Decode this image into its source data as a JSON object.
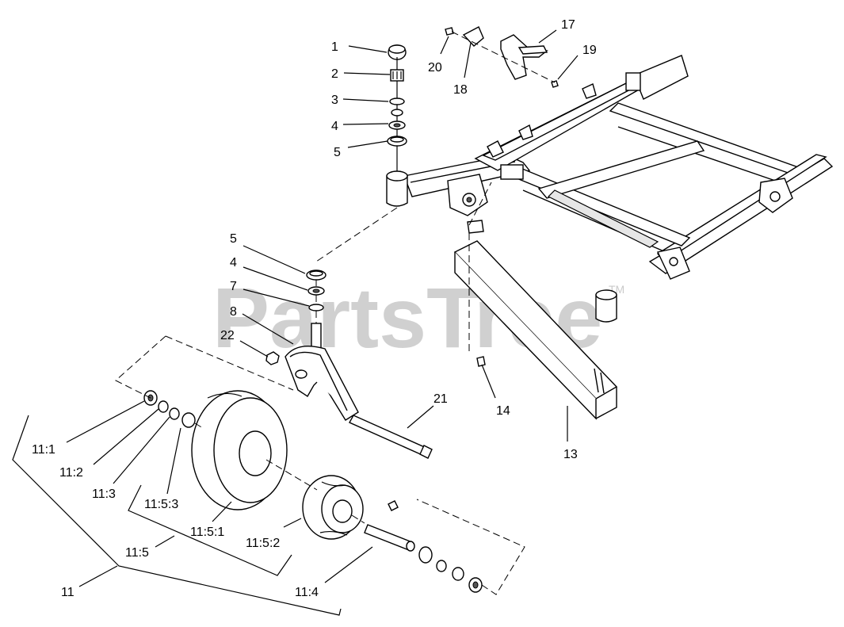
{
  "watermark": {
    "text": "PartsTree",
    "tm": "TM"
  },
  "callouts": [
    {
      "id": "c1",
      "text": "1"
    },
    {
      "id": "c2",
      "text": "2"
    },
    {
      "id": "c3",
      "text": "3"
    },
    {
      "id": "c4a",
      "text": "4"
    },
    {
      "id": "c5a",
      "text": "5"
    },
    {
      "id": "c17",
      "text": "17"
    },
    {
      "id": "c18",
      "text": "18"
    },
    {
      "id": "c19",
      "text": "19"
    },
    {
      "id": "c20",
      "text": "20"
    },
    {
      "id": "c5b",
      "text": "5"
    },
    {
      "id": "c4b",
      "text": "4"
    },
    {
      "id": "c7",
      "text": "7"
    },
    {
      "id": "c8",
      "text": "8"
    },
    {
      "id": "c22",
      "text": "22"
    },
    {
      "id": "c21",
      "text": "21"
    },
    {
      "id": "c14",
      "text": "14"
    },
    {
      "id": "c13",
      "text": "13"
    },
    {
      "id": "c11_1",
      "text": "11:1"
    },
    {
      "id": "c11_2",
      "text": "11:2"
    },
    {
      "id": "c11_3",
      "text": "11:3"
    },
    {
      "id": "c11_5_3",
      "text": "11:5:3"
    },
    {
      "id": "c11_5_1",
      "text": "11:5:1"
    },
    {
      "id": "c11_5",
      "text": "11:5"
    },
    {
      "id": "c11_5_2",
      "text": "11:5:2"
    },
    {
      "id": "c11",
      "text": "11"
    },
    {
      "id": "c11_4",
      "text": "11:4"
    }
  ]
}
